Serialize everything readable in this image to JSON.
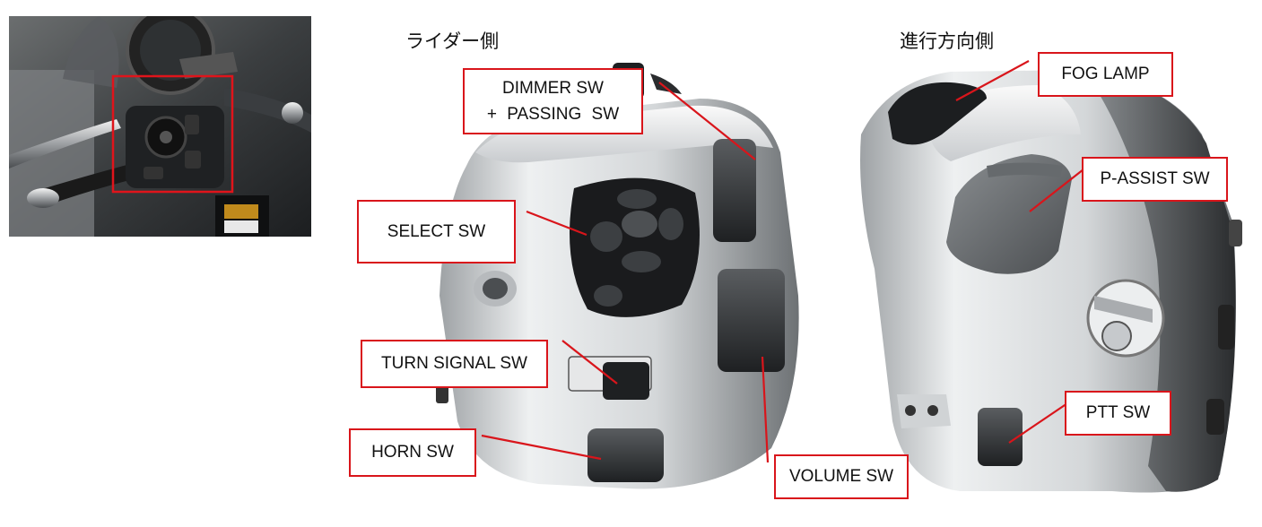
{
  "headings": {
    "rider_side": "ライダー側",
    "forward_side": "進行方向側"
  },
  "callouts": {
    "dimmer": [
      "DIMMER SW",
      "+ PASSING SW"
    ],
    "select": "SELECT SW",
    "turn_signal": "TURN SIGNAL SW",
    "horn": "HORN SW",
    "volume": "VOLUME SW",
    "fog_lamp": "FOG LAMP",
    "p_assist": "P-ASSIST SW",
    "ptt": "PTT SW"
  },
  "colors": {
    "callout_border": "#d9151b",
    "leader_line": "#d9151b"
  }
}
